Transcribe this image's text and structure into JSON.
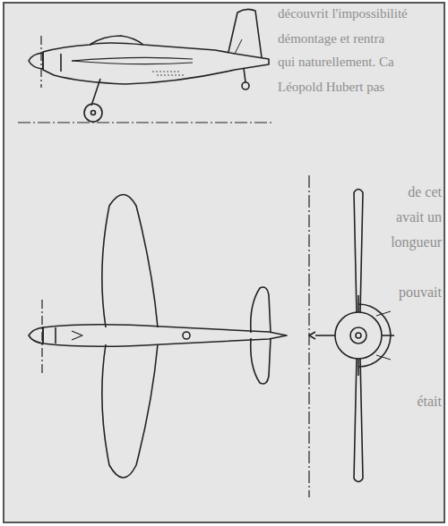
{
  "diagram": {
    "labels": [
      "découvrit l'impossibilité",
      "démontage et rentra",
      "qui naturellement. Ca",
      "Léopold Hubert pas",
      "de cet",
      "avait un",
      "longueur",
      "pouvait",
      "était"
    ]
  }
}
